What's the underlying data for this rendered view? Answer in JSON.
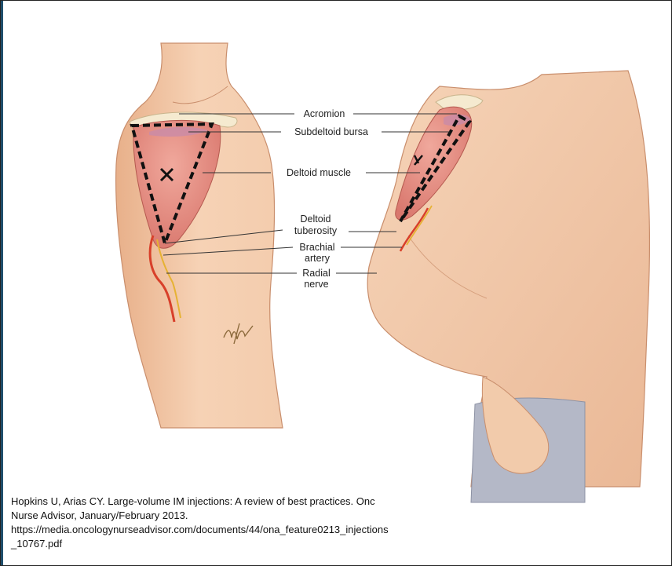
{
  "labels": {
    "acromion": "Acromion",
    "subdeltoid_bursa": "Subdeltoid bursa",
    "deltoid_muscle": "Deltoid muscle",
    "deltoid_tuberosity_line1": "Deltoid",
    "deltoid_tuberosity_line2": "tuberosity",
    "brachial_artery_line1": "Brachial",
    "brachial_artery_line2": "artery",
    "radial_nerve_line1": "Radial",
    "radial_nerve_line2": "nerve"
  },
  "signature": "mW",
  "citation": {
    "line1": "Hopkins U, Arias CY. Large-volume IM injections: A review of best practices. Onc",
    "line2": "Nurse Advisor, January/February 2013.",
    "line3": "https://media.oncologynurseadvisor.com/documents/44/ona_feature0213_injections",
    "line4": "_10767.pdf"
  },
  "colors": {
    "skin": "#f6d2b5",
    "muscle": "#d9776d",
    "bursa": "#c98ba8",
    "artery": "#d8402a",
    "nerve": "#e6b233",
    "bone": "#f5ead0",
    "pants": "#b4b8c7",
    "accent_bar": "#1f4e6b"
  }
}
